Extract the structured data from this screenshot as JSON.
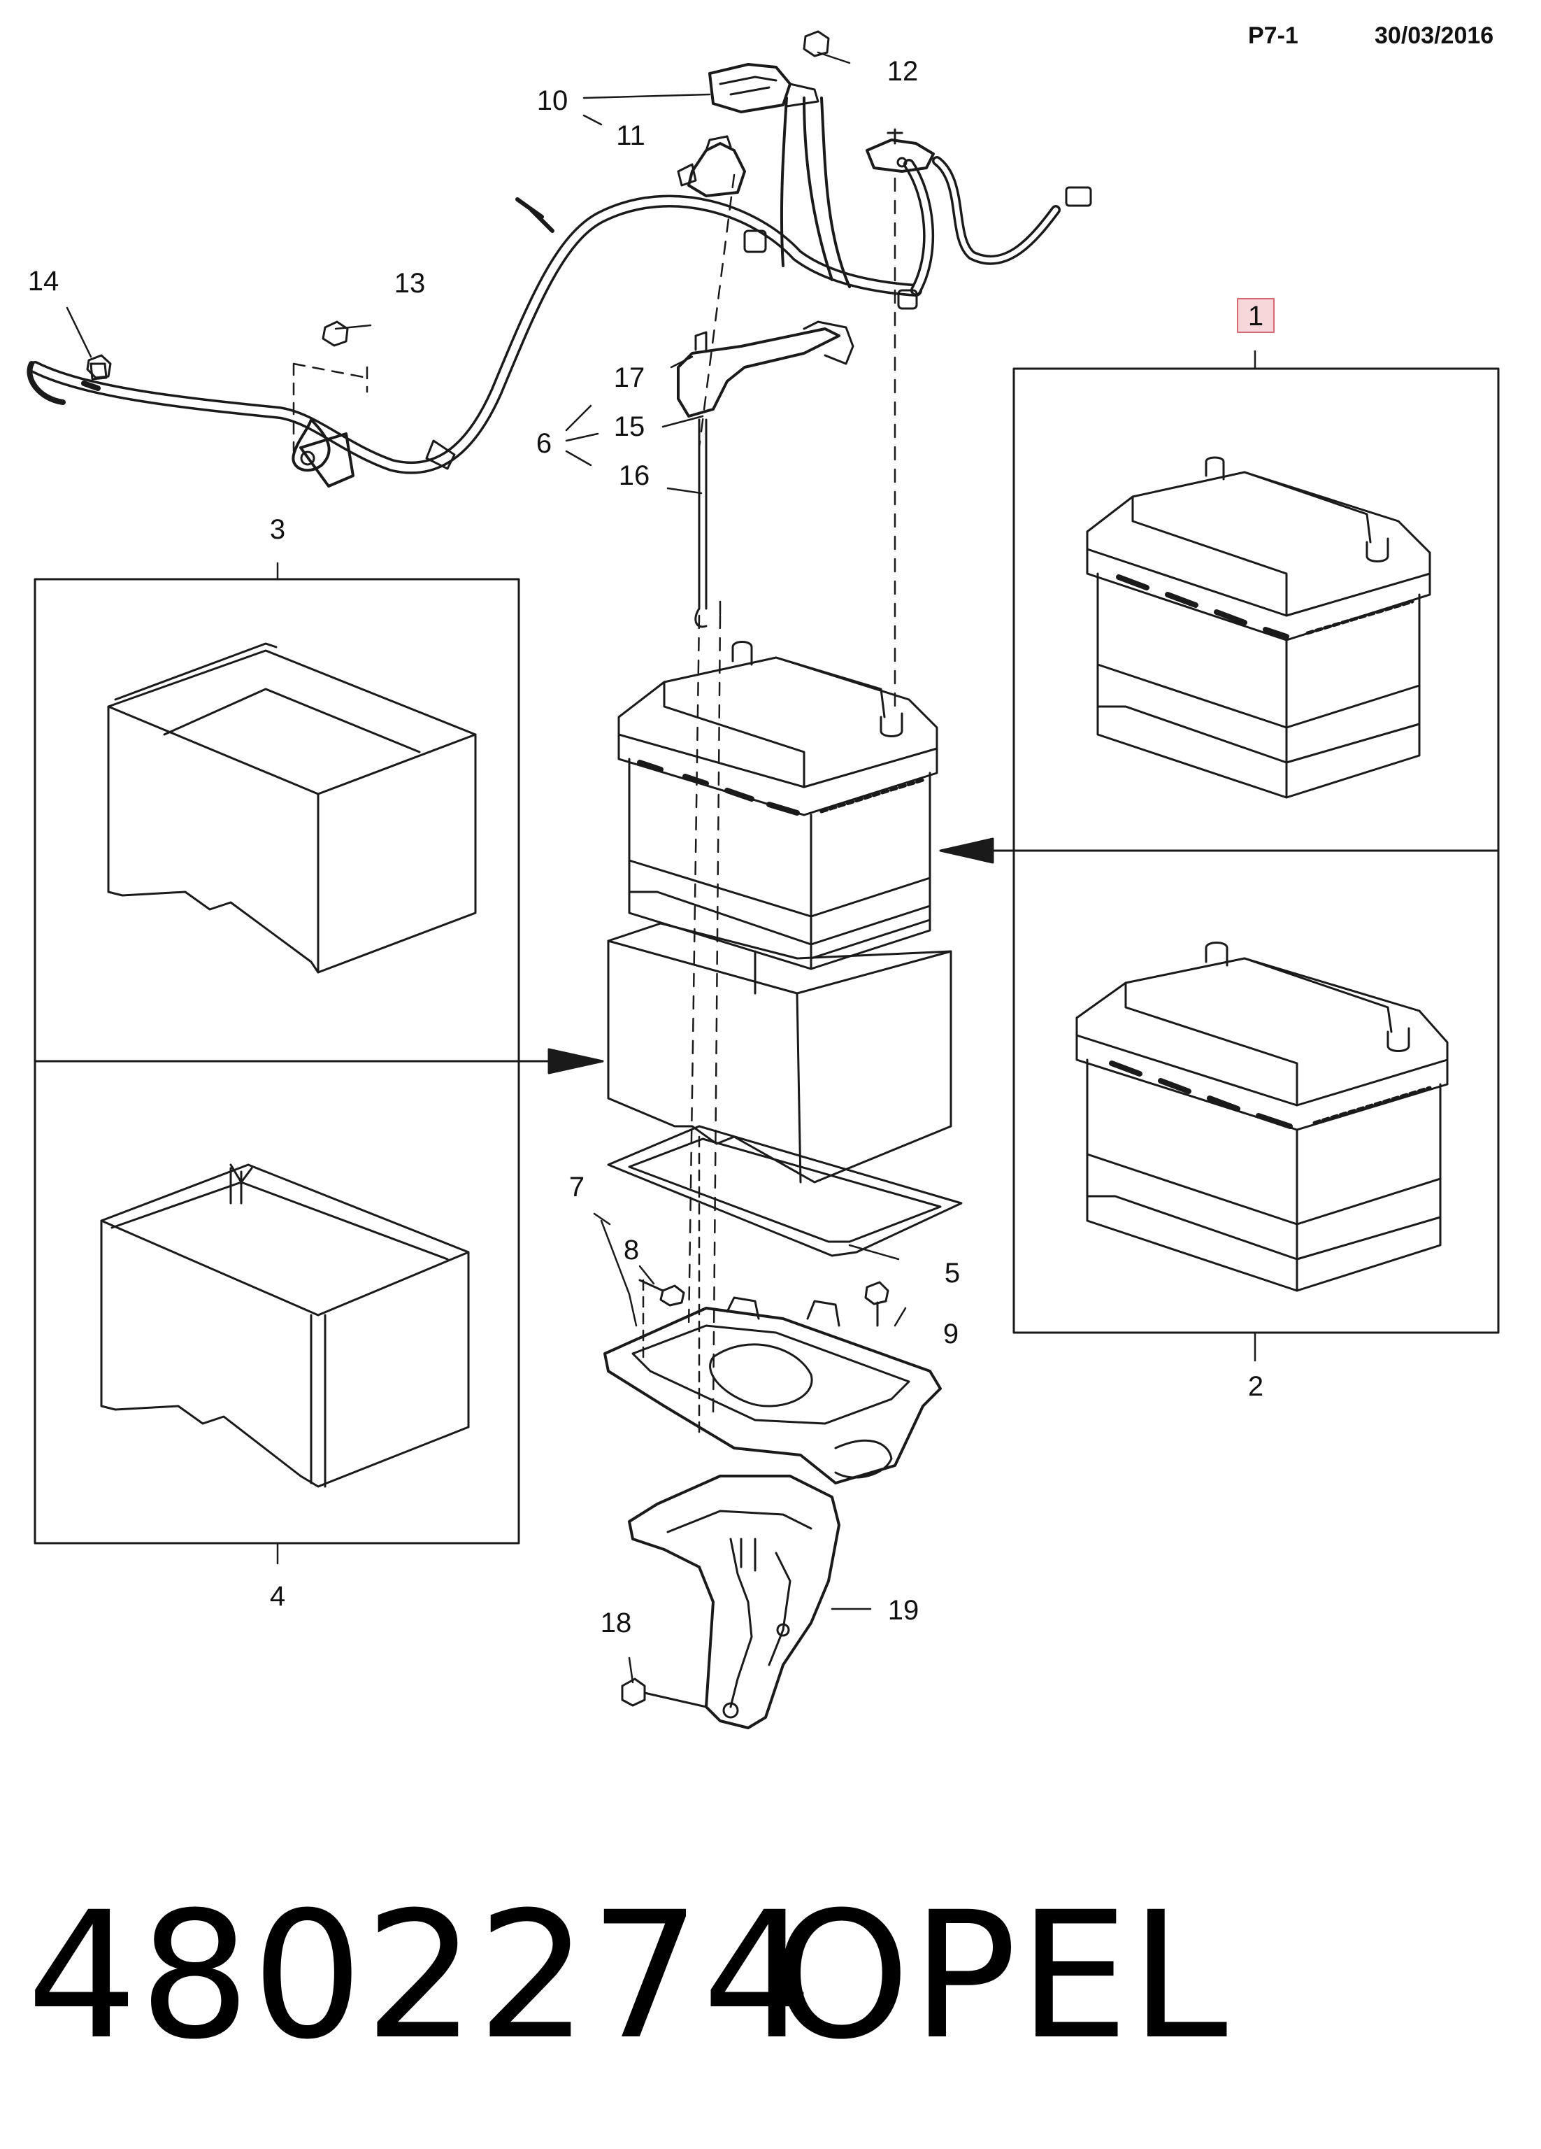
{
  "header": {
    "page_ref": "P7-1",
    "date": "30/03/2016"
  },
  "callouts": {
    "c1": "1",
    "c2": "2",
    "c3": "3",
    "c4": "4",
    "c5": "5",
    "c6": "6",
    "c7": "7",
    "c8": "8",
    "c9": "9",
    "c10": "10",
    "c11": "11",
    "c12": "12",
    "c13": "13",
    "c14": "14",
    "c15": "15",
    "c16": "16",
    "c17": "17",
    "c18": "18",
    "c19": "19"
  },
  "footer": {
    "part_number": "4802274",
    "brand": "OPEL"
  },
  "colors": {
    "line": "#1a1a1a",
    "highlight_fill": "#f8d7da",
    "highlight_stroke": "#d46a73"
  }
}
